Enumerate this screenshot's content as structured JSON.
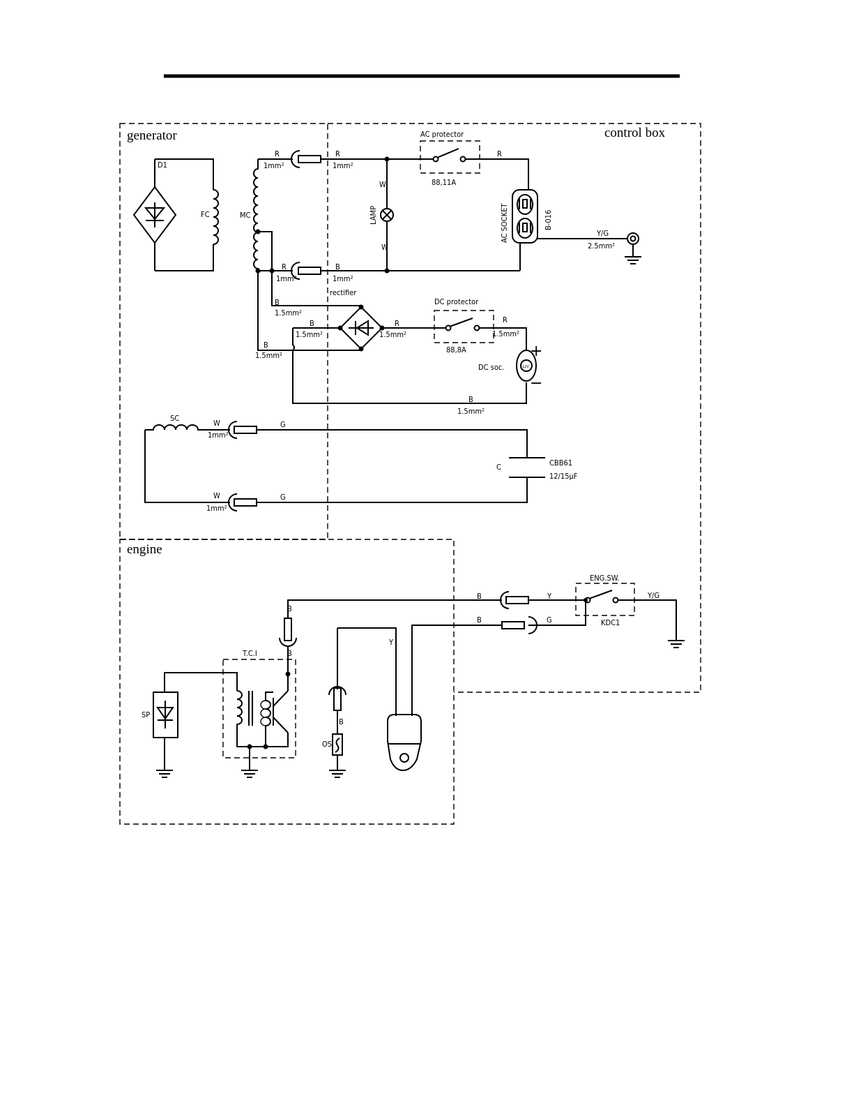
{
  "sections": {
    "generator": "generator",
    "control_box": "control box",
    "engine": "engine"
  },
  "components": {
    "d1": "D1",
    "fc": "FC",
    "mc": "MC",
    "lamp": "LAMP",
    "ac_protector": "AC protector",
    "ac_protector_rating": "88,11A",
    "ac_socket": "AC SOCKET",
    "ac_socket_model": "B-016",
    "rectifier": "rectifier",
    "dc_protector": "DC protector",
    "dc_protector_rating": "88,8A",
    "dc_socket": "DC soc.",
    "dc_plus": "+",
    "dc_minus": "−",
    "dc_socket_mark": "12V",
    "sc": "SC",
    "capacitor": "C",
    "capacitor_model": "CBB61",
    "capacitor_value": "12/15μF",
    "eng_switch": "ENG.SW.",
    "eng_switch_model": "KDC1",
    "tci": "T.C.I",
    "sp": "SP",
    "os": "OS"
  },
  "wires": {
    "r": "R",
    "b": "B",
    "w": "W",
    "g": "G",
    "y": "Y",
    "yg": "Y/G",
    "size_1": "1mm²",
    "size_15": "1.5mm²",
    "size_25": "2.5mm²"
  }
}
